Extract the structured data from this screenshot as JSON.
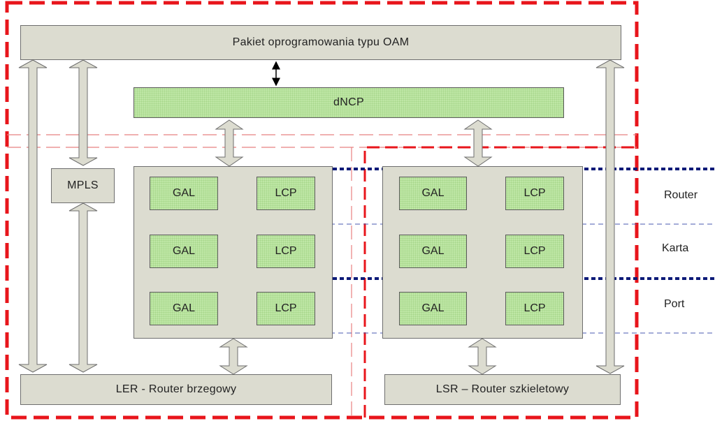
{
  "oam": {
    "label": "Pakiet oprogramowania typu OAM"
  },
  "dncp": {
    "label": "dNCP"
  },
  "mpls": {
    "label": "MPLS"
  },
  "ler": {
    "label": "LER - Router brzegowy"
  },
  "lsr": {
    "label": "LSR – Router szkieletowy"
  },
  "cells": {
    "gal": "GAL",
    "lcp": "LCP"
  },
  "levels": {
    "router": "Router",
    "karta": "Karta",
    "port": "Port"
  },
  "colors": {
    "boundary": "#e8151b",
    "level_line": "#0b1a78",
    "box_fill": "#dcdcd0",
    "cell_fill": "#bfe7a6",
    "arrow_fill": "#dcdcd0"
  }
}
